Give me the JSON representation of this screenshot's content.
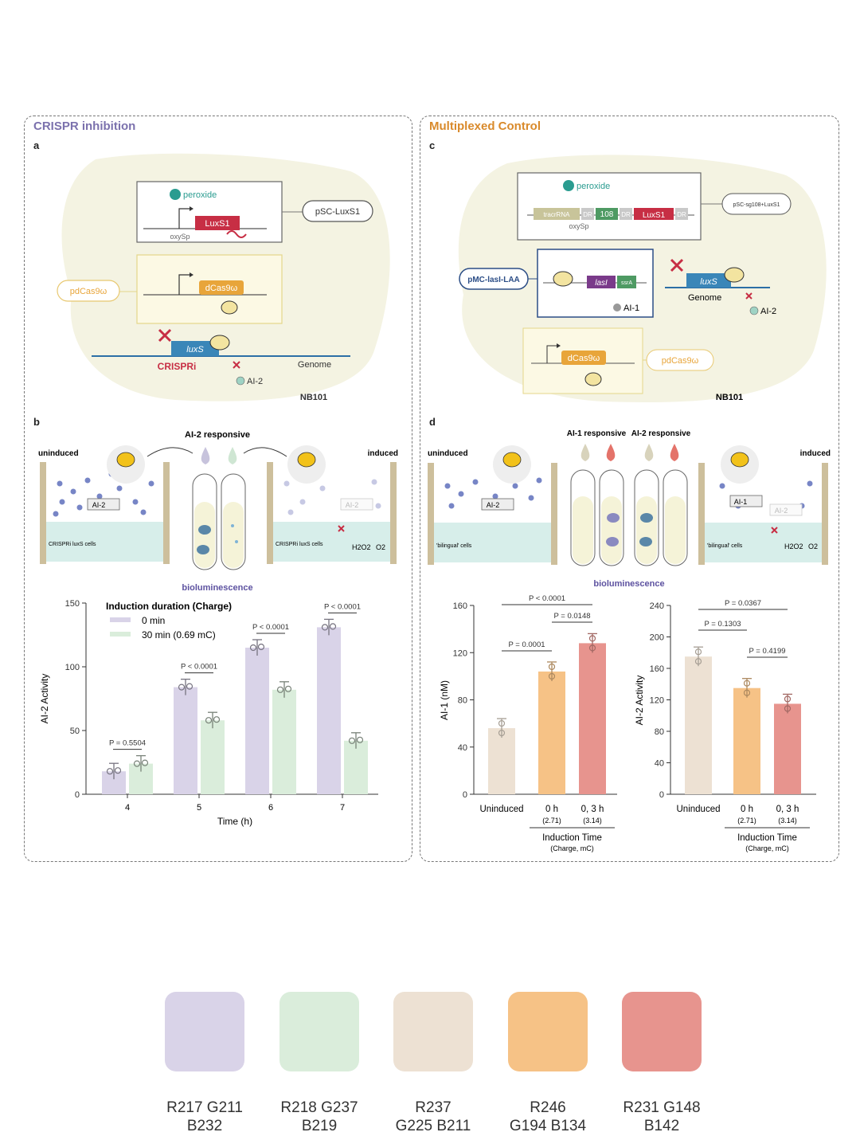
{
  "left": {
    "title": "CRISPR inhibition",
    "a": {
      "label": "a",
      "peroxide": "peroxide",
      "luxs1": "LuxS1",
      "oxysp": "oxySp",
      "psc": "pSC-LuxS1",
      "pdcas": "pdCas9ω",
      "dcas": "dCas9ω",
      "luxs": "luxS",
      "crispri": "CRISPRi",
      "genome": "Genome",
      "ai2": "AI-2",
      "strain": "NB101"
    },
    "b": {
      "label": "b",
      "uninduced": "uninduced",
      "induced": "induced",
      "responsive": "AI-2 responsive",
      "ai2": "AI-2",
      "cells": "CRISPRi luxS cells",
      "h2o2": "H2O2",
      "o2": "O2",
      "biolum": "bioluminescence"
    }
  },
  "right": {
    "title": "Multiplexed Control",
    "c": {
      "label": "c",
      "peroxide": "peroxide",
      "tracr": "tracrRNA",
      "dr": "DR",
      "g108": "108",
      "luxs1": "LuxS1",
      "oxysp": "oxySp",
      "psc": "pSC-sg108+LuxS1",
      "pmc": "pMC-lasI-LAA",
      "lasi": "lasI",
      "ssra": "ssrA",
      "ai1": "AI-1",
      "luxs": "luxS",
      "genome": "Genome",
      "ai2": "AI-2",
      "dcas": "dCas9ω",
      "pdcas": "pdCas9ω",
      "strain": "NB101"
    },
    "d": {
      "label": "d",
      "uninduced": "uninduced",
      "induced": "induced",
      "ai1resp": "AI-1 responsive",
      "ai2resp": "AI-2 responsive",
      "ai1": "AI-1",
      "ai2": "AI-2",
      "cells": "'bilingual' cells",
      "h2o2": "H2O2",
      "o2": "O2",
      "biolum": "bioluminescence"
    }
  },
  "chart_data": [
    {
      "type": "bar",
      "categories": [
        "4",
        "5",
        "6",
        "7"
      ],
      "series": [
        {
          "name": "0 min",
          "values": [
            18,
            84,
            115,
            131
          ],
          "color": "#d9d3e8"
        },
        {
          "name": "30 min (0.69 mC)",
          "values": [
            24,
            58,
            82,
            42
          ],
          "color": "#daeddb"
        }
      ],
      "xlabel": "Time (h)",
      "ylabel": "AI-2 Activity",
      "ylim": [
        0,
        150
      ],
      "yticks": [
        0,
        50,
        100,
        150
      ],
      "legend_title": "Induction duration (Charge)",
      "pvalues": [
        "P = 0.5504",
        "P < 0.0001",
        "P < 0.0001",
        "P < 0.0001"
      ]
    },
    {
      "type": "bar",
      "categories": [
        "Uninduced",
        "0 h",
        "0, 3 h"
      ],
      "sublabels": [
        "",
        "(2.71)",
        "(3.14)"
      ],
      "values": [
        56,
        104,
        128
      ],
      "colors": [
        "#ede1d3",
        "#f6c286",
        "#e7948e"
      ],
      "ylabel": "AI-1 (nM)",
      "ylim": [
        0,
        160
      ],
      "yticks": [
        0,
        40,
        80,
        120,
        160
      ],
      "group_label": "Induction Time",
      "group_sublabel": "(Charge, mC)",
      "pvalues": [
        "P < 0.0001",
        "P = 0.0148",
        "P = 0.0001"
      ]
    },
    {
      "type": "bar",
      "categories": [
        "Uninduced",
        "0 h",
        "0, 3 h"
      ],
      "sublabels": [
        "",
        "(2.71)",
        "(3.14)"
      ],
      "values": [
        175,
        135,
        115
      ],
      "colors": [
        "#ede1d3",
        "#f6c286",
        "#e7948e"
      ],
      "ylabel": "AI-2 Activity",
      "ylim": [
        0,
        240
      ],
      "yticks": [
        0,
        40,
        80,
        120,
        160,
        200,
        240
      ],
      "group_label": "Induction Time",
      "group_sublabel": "(Charge, mC)",
      "pvalues": [
        "P = 0.0367",
        "P = 0.1303",
        "P = 0.4199"
      ]
    }
  ],
  "palette": [
    {
      "hex": "#d9d3e8",
      "line1": "R217 G211",
      "line2": "B232"
    },
    {
      "hex": "#daeddb",
      "line1": "R218 G237",
      "line2": "B219"
    },
    {
      "hex": "#ede1d3",
      "line1": "R237",
      "line2": "G225 B211"
    },
    {
      "hex": "#f6c286",
      "line1": "R246",
      "line2": "G194 B134"
    },
    {
      "hex": "#e7948e",
      "line1": "R231 G148",
      "line2": "B142"
    }
  ]
}
